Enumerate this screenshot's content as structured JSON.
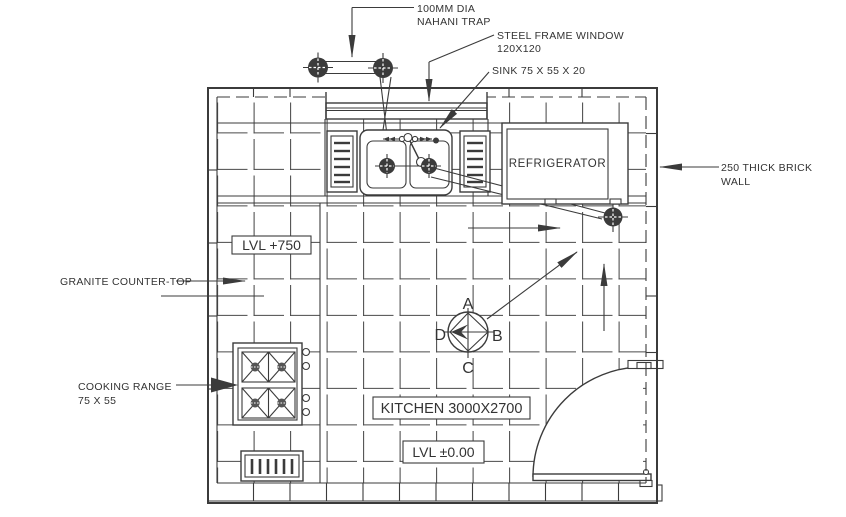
{
  "meta": {
    "drawing_type": "kitchen floor plan",
    "background_color": "#ffffff",
    "ink_color": "#3b3b3b"
  },
  "annotations": {
    "nahani_trap": {
      "line1": "100MM DIA",
      "line2": "NAHANI TRAP"
    },
    "steel_window": {
      "line1": "STEEL FRAME WINDOW",
      "line2": "120X120"
    },
    "sink": {
      "line1": "SINK 75 X 55 X 20"
    },
    "brick_wall": {
      "line1": "250 THICK BRICK",
      "line2": "WALL"
    },
    "granite_counter": {
      "line1": "GRANITE COUNTER-TOP"
    },
    "cooking_range": {
      "line1": "COOKING RANGE",
      "line2": "75 X 55"
    }
  },
  "fixtures": {
    "refrigerator_label": "REFRIGERATOR"
  },
  "tags": {
    "counter_level": "LVL +750",
    "room": "KITCHEN 3000X2700",
    "floor_level": "LVL ±0.00"
  },
  "compass": {
    "north": "A",
    "east": "B",
    "south": "C",
    "west": "D"
  }
}
